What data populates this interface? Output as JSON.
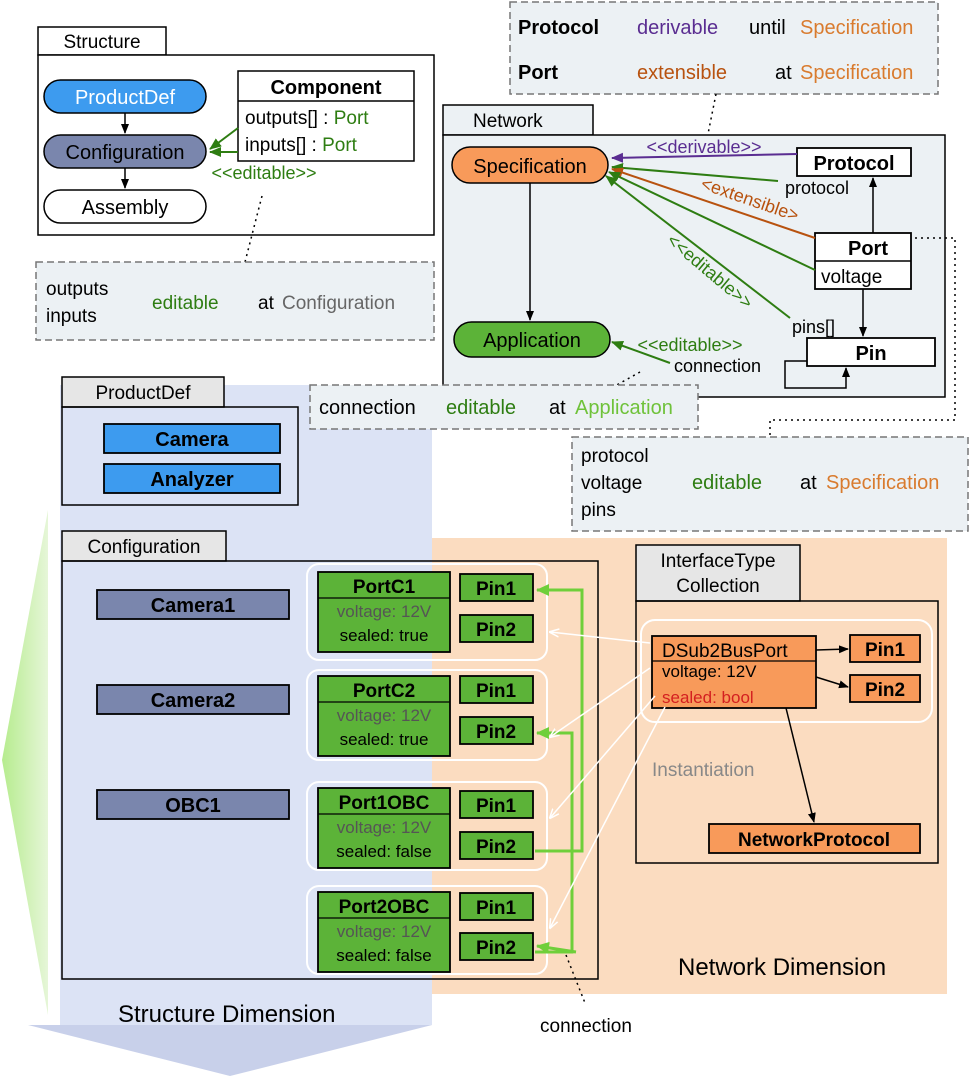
{
  "colors": {
    "blue_node": "#3d9bef",
    "slate_node": "#7a86ad",
    "orange_node": "#f89a5a",
    "green_node": "#5cb338",
    "green_text": "#2e7d12",
    "purple_text": "#5a2d91",
    "brown_text": "#b8520f",
    "orange_text": "#d97b2e",
    "red_text": "#d42020",
    "panel_bg": "#ecf1f4",
    "structure_band": "#dce3f5",
    "network_band": "#fbdcc0",
    "bright_green": "#6fcf3a"
  },
  "structure": {
    "tab": "Structure",
    "nodes": [
      "ProductDef",
      "Configuration",
      "Assembly"
    ],
    "component": {
      "title": "Component",
      "outputs": "outputs[] : ",
      "inputs": "inputs[] : ",
      "port_type": "Port"
    },
    "editable_label": "<<editable>>",
    "note": {
      "line1": "outputs",
      "line2": "inputs",
      "keyword": "editable",
      "at": "at",
      "level": "Configuration"
    }
  },
  "protocol_note": {
    "row1": {
      "name": "Protocol",
      "keyword": "derivable",
      "until": "until",
      "level": "Specification"
    },
    "row2": {
      "name": "Port",
      "keyword": "extensible",
      "at": "at",
      "level": "Specification"
    }
  },
  "network": {
    "tab": "Network",
    "specification": "Specification",
    "application": "Application",
    "protocol": "Protocol",
    "port": "Port",
    "voltage": "voltage",
    "pin": "Pin",
    "derivable_label": "<<derivable>>",
    "extensible_label": "<extensible>",
    "editable_label": "<<editable>>",
    "editable_label2": "<<editable>>",
    "protocol_role": "protocol",
    "pins_role": "pins[]",
    "connection_role": "connection",
    "connection_note": {
      "name": "connection",
      "keyword": "editable",
      "at": "at",
      "level": "Application"
    },
    "port_note": {
      "line1": "protocol",
      "line2": "voltage",
      "line3": "pins",
      "keyword": "editable",
      "at": "at",
      "level": "Specification"
    }
  },
  "productdef": {
    "tab": "ProductDef",
    "items": [
      "Camera",
      "Analyzer"
    ]
  },
  "configuration": {
    "tab": "Configuration",
    "devices": [
      "Camera1",
      "Camera2",
      "OBC1"
    ],
    "ports": [
      {
        "name": "PortC1",
        "voltage": "voltage: 12V",
        "sealed": "sealed: true",
        "pin1": "Pin1",
        "pin2": "Pin2"
      },
      {
        "name": "PortC2",
        "voltage": "voltage: 12V",
        "sealed": "sealed: true",
        "pin1": "Pin1",
        "pin2": "Pin2"
      },
      {
        "name": "Port1OBC",
        "voltage": "voltage: 12V",
        "sealed": "sealed: false",
        "pin1": "Pin1",
        "pin2": "Pin2"
      },
      {
        "name": "Port2OBC",
        "voltage": "voltage: 12V",
        "sealed": "sealed: false",
        "pin1": "Pin1",
        "pin2": "Pin2"
      }
    ]
  },
  "interface_collection": {
    "tab_line1": "InterfaceType",
    "tab_line2": "Collection",
    "port": {
      "name": "DSub2BusPort",
      "voltage": "voltage: 12V",
      "sealed": "sealed: bool"
    },
    "pins": [
      "Pin1",
      "Pin2"
    ],
    "protocol": "NetworkProtocol",
    "instantiation": "Instantiation"
  },
  "labels": {
    "network_dimension": "Network Dimension",
    "structure_dimension": "Structure Dimension",
    "connection_bottom": "connection"
  }
}
